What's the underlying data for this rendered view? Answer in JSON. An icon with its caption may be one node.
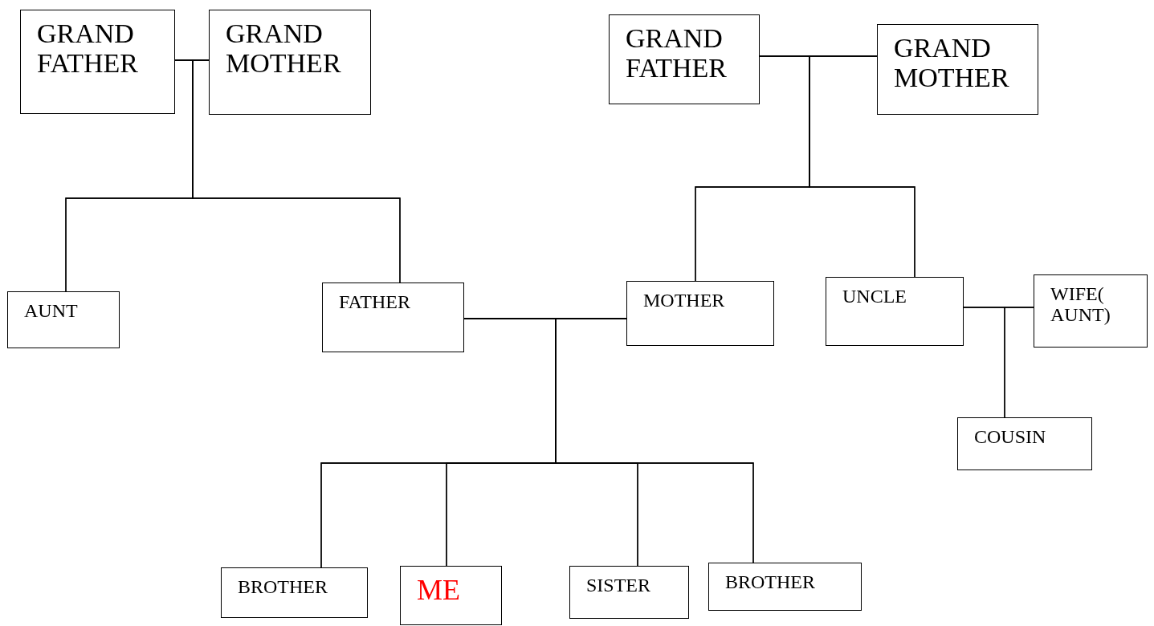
{
  "diagram": {
    "nodes": [
      {
        "text": [
          "GRAND FATHER"
        ]
      },
      {
        "text": [
          "GRAND MOTHER"
        ]
      },
      {
        "text": [
          "GRAND FATHER"
        ]
      },
      {
        "text": [
          "GRAND MOTHER"
        ]
      },
      {
        "text": [
          "AUNT"
        ]
      },
      {
        "text": [
          "FATHER"
        ]
      },
      {
        "text": [
          "MOTHER"
        ]
      },
      {
        "text": [
          "UNCLE"
        ]
      },
      {
        "text": [
          "WIFE( AUNT)"
        ]
      },
      {
        "text": [
          "COUSIN"
        ]
      },
      {
        "text": [
          "BROTHER"
        ]
      },
      {
        "text": [
          "ME"
        ]
      },
      {
        "text": [
          "SISTER"
        ]
      },
      {
        "text": [
          "BROTHER"
        ]
      }
    ],
    "edges": [
      {
        "from": 0,
        "to": 1,
        "arrow": "none"
      },
      {
        "from": 0,
        "to": 4,
        "arrow": "none"
      },
      {
        "from": 1,
        "to": 4,
        "arrow": "none"
      },
      {
        "from": 0,
        "to": 5,
        "arrow": "none"
      },
      {
        "from": 1,
        "to": 5,
        "arrow": "none"
      },
      {
        "from": 2,
        "to": 3,
        "arrow": "none"
      },
      {
        "from": 2,
        "to": 6,
        "arrow": "none"
      },
      {
        "from": 3,
        "to": 6,
        "arrow": "none"
      },
      {
        "from": 2,
        "to": 7,
        "arrow": "none"
      },
      {
        "from": 3,
        "to": 7,
        "arrow": "none"
      },
      {
        "from": 5,
        "to": 6,
        "arrow": "none"
      },
      {
        "from": 5,
        "to": 10,
        "arrow": "none"
      },
      {
        "from": 6,
        "to": 10,
        "arrow": "none"
      },
      {
        "from": 5,
        "to": 11,
        "arrow": "none"
      },
      {
        "from": 6,
        "to": 11,
        "arrow": "none"
      },
      {
        "from": 5,
        "to": 12,
        "arrow": "none"
      },
      {
        "from": 6,
        "to": 12,
        "arrow": "none"
      },
      {
        "from": 5,
        "to": 13,
        "arrow": "none"
      },
      {
        "from": 6,
        "to": 13,
        "arrow": "none"
      },
      {
        "from": 7,
        "to": 8,
        "arrow": "none"
      },
      {
        "from": 7,
        "to": 9,
        "arrow": "none"
      },
      {
        "from": 8,
        "to": 9,
        "arrow": "none"
      }
    ]
  }
}
